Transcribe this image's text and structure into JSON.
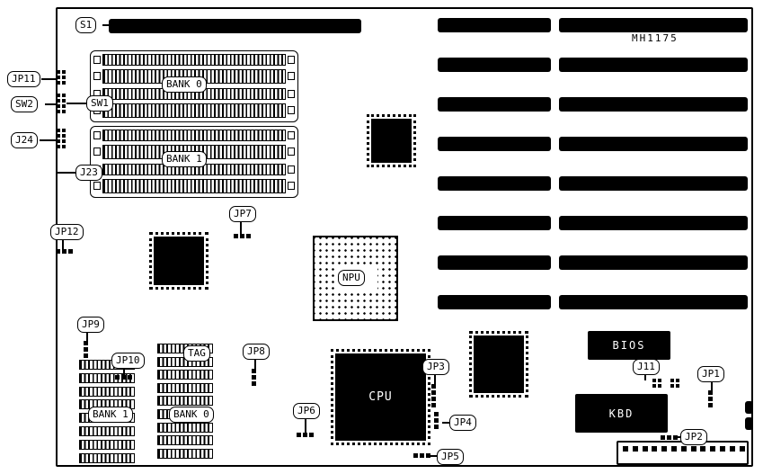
{
  "board": {
    "part_number": "MH1175"
  },
  "callouts": {
    "s1": "S1",
    "jp11": "JP11",
    "sw2": "SW2",
    "sw1": "SW1",
    "j24": "J24",
    "j23": "J23",
    "jp12": "JP12",
    "jp7": "JP7",
    "jp9": "JP9",
    "jp10": "JP10",
    "tag": "TAG",
    "jp8": "JP8",
    "jp6": "JP6",
    "jp5": "JP5",
    "jp4": "JP4",
    "jp3": "JP3",
    "jp2": "JP2",
    "jp1": "JP1",
    "j11": "J11",
    "npu": "NPU",
    "simm_bank_0": "BANK 0",
    "simm_bank_1": "BANK 1",
    "cache_bank_1": "BANK 1",
    "cache_bank_0": "BANK 0"
  },
  "chips": {
    "cpu": "CPU",
    "bios": "BIOS",
    "kbd": "KBD"
  }
}
